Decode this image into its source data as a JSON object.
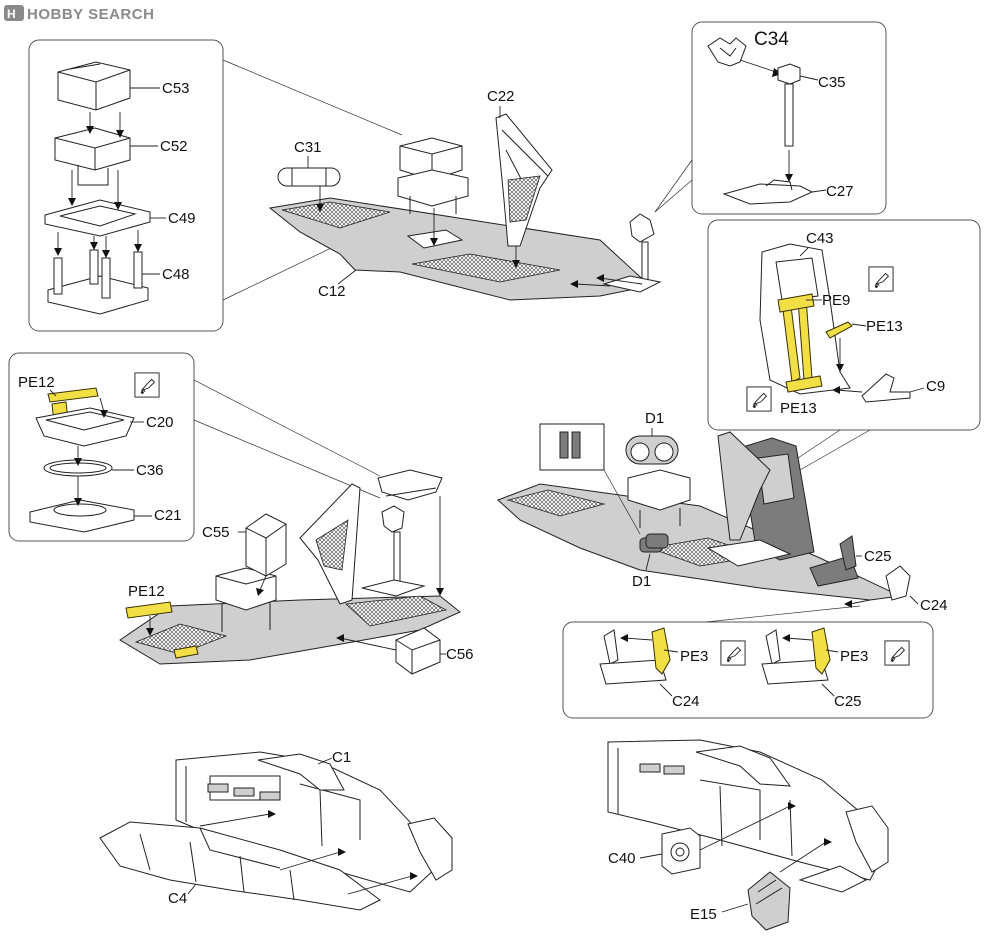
{
  "watermark": {
    "text": "HOBBY SEARCH",
    "icon": "hobby-search-logo-icon"
  },
  "labels": {
    "c53": "C53",
    "c52": "C52",
    "c49": "C49",
    "c48": "C48",
    "c34": "C34",
    "c35": "C35",
    "c27": "C27",
    "c22": "C22",
    "c31": "C31",
    "c12": "C12",
    "c43": "C43",
    "pe9": "PE9",
    "pe13_top": "PE13",
    "c9": "C9",
    "pe13_bottom": "PE13",
    "pe12_inset": "PE12",
    "c20": "C20",
    "c36": "C36",
    "c21": "C21",
    "c55": "C55",
    "pe12_main": "PE12",
    "c56": "C56",
    "d1_top": "D1",
    "d1_bottom": "D1",
    "c25_main": "C25",
    "c24_main": "C24",
    "pe3_left": "PE3",
    "c24_inset": "C24",
    "pe3_right": "PE3",
    "c25_inset": "C25",
    "c1": "C1",
    "c4": "C4",
    "c40": "C40",
    "e15": "E15"
  },
  "icons": {
    "pe_parts": "bend-pe-part-icon"
  },
  "colors": {
    "photo_etch": "#f2df45",
    "gray_part": "#7c7c7c",
    "light_part": "#cfcfcf"
  }
}
